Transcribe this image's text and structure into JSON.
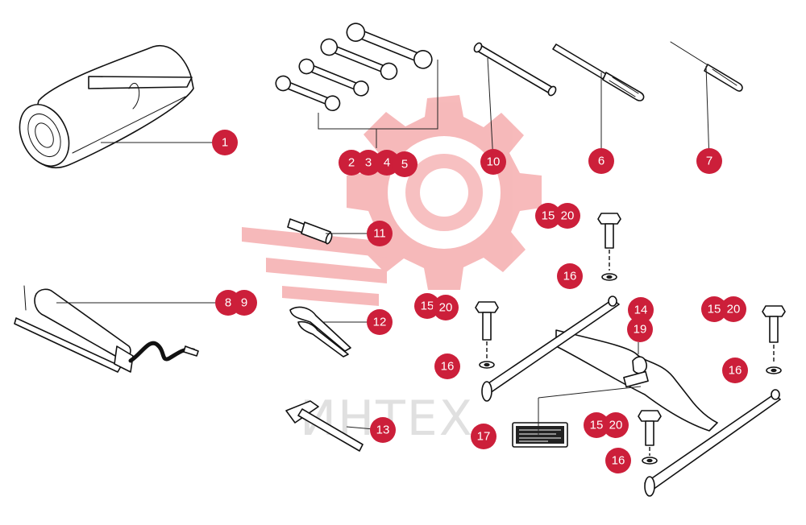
{
  "watermark": {
    "text": "ИНТЕХ",
    "color": "#f2b8b8"
  },
  "callout_color": "#cc1f3a",
  "callouts": [
    {
      "id": "c1",
      "label": "1"
    },
    {
      "id": "c2",
      "label": "2"
    },
    {
      "id": "c3",
      "label": "3"
    },
    {
      "id": "c4",
      "label": "4"
    },
    {
      "id": "c5",
      "label": "5"
    },
    {
      "id": "c6",
      "label": "6"
    },
    {
      "id": "c7",
      "label": "7"
    },
    {
      "id": "c8",
      "label": "8"
    },
    {
      "id": "c9",
      "label": "9"
    },
    {
      "id": "c10",
      "label": "10"
    },
    {
      "id": "c11",
      "label": "11"
    },
    {
      "id": "c12",
      "label": "12"
    },
    {
      "id": "c13",
      "label": "13"
    },
    {
      "id": "c14",
      "label": "14"
    },
    {
      "id": "c15a",
      "label": "15"
    },
    {
      "id": "c20a",
      "label": "20"
    },
    {
      "id": "c16a",
      "label": "16"
    },
    {
      "id": "c15b",
      "label": "15"
    },
    {
      "id": "c20b",
      "label": "20"
    },
    {
      "id": "c16b",
      "label": "16"
    },
    {
      "id": "c15c",
      "label": "15"
    },
    {
      "id": "c20c",
      "label": "20"
    },
    {
      "id": "c16c",
      "label": "16"
    },
    {
      "id": "c15d",
      "label": "15"
    },
    {
      "id": "c20d",
      "label": "20"
    },
    {
      "id": "c16d",
      "label": "16"
    },
    {
      "id": "c17",
      "label": "17"
    },
    {
      "id": "c19",
      "label": "19"
    }
  ]
}
